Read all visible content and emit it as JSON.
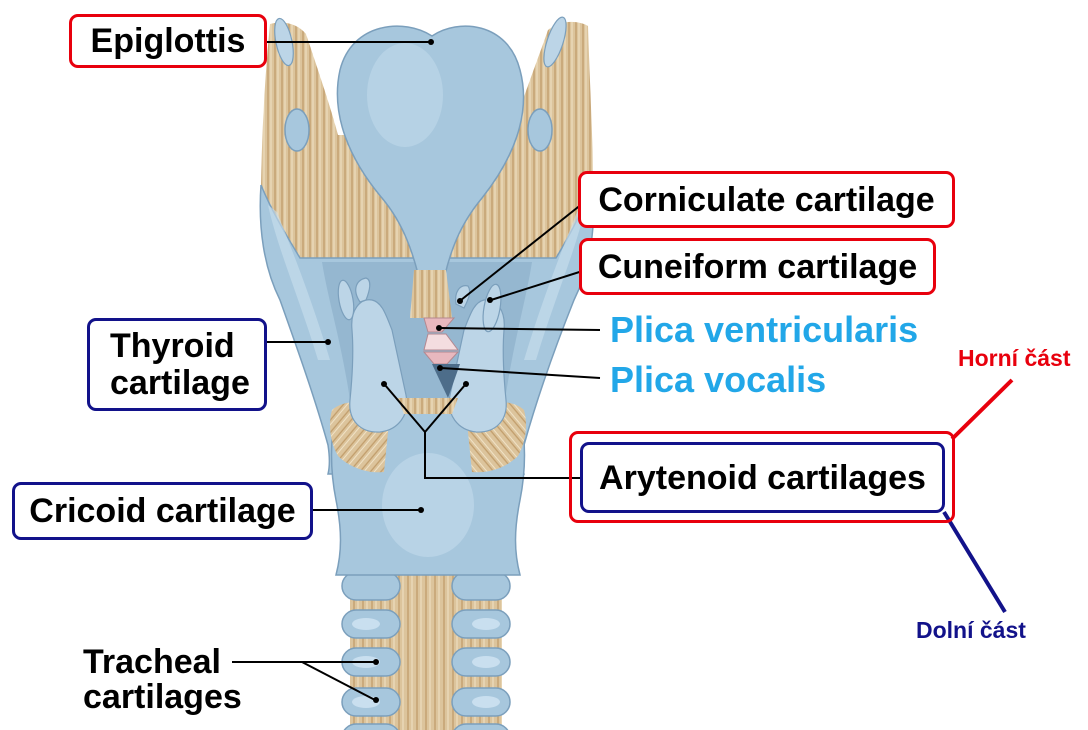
{
  "labels": {
    "epiglottis": "Epiglottis",
    "corniculate": "Corniculate cartilage",
    "cuneiform": "Cuneiform cartilage",
    "plica_ventricularis": "Plica ventricularis",
    "plica_vocalis": "Plica vocalis",
    "arytenoid": "Arytenoid cartilages",
    "thyroid": {
      "line1": "Thyroid",
      "line2": "cartilage"
    },
    "cricoid": "Cricoid cartilage",
    "tracheal": {
      "line1": "Tracheal",
      "line2": "cartilages"
    }
  },
  "regions": {
    "upper": "Horní část",
    "lower": "Dolní část"
  },
  "colors": {
    "upper_frame": "#e8000d",
    "lower_frame": "#12128a",
    "fold_label": "#22a7e8",
    "label_text": "#000000",
    "cartilage": "#a7c7dd",
    "tissue": "#dcc49c"
  }
}
